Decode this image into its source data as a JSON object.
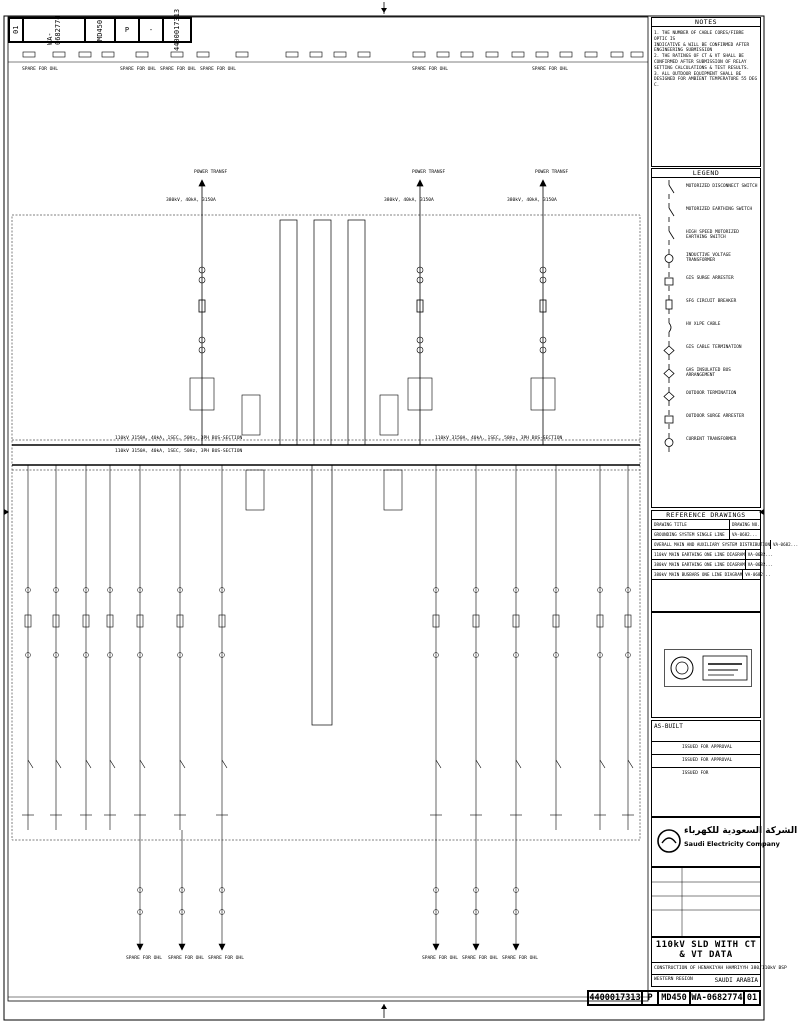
{
  "header": {
    "doc_number": "4400017313",
    "revision_letter": "P",
    "drawing_code": "MD450",
    "drawing_number": "WA-0682774",
    "rev": "01",
    "dash": "-"
  },
  "notes": {
    "title": "NOTES",
    "items": [
      "1. THE NUMBER OF CABLE CORES/FIBRE OPTIC IS",
      "INDICATIVE & WILL BE CONFIRMED AFTER",
      "ENGINEERING SUBMISSION",
      "2. THE RATINGS OF CT & VT SHALL BE",
      "CONFIRMED AFTER SUBMISSION OF RELAY",
      "SETTING CALCULATIONS & TEST RESULTS.",
      "3. ALL OUTDOOR EQUIPMENT SHALL BE",
      "DESIGNED FOR AMBIENT TEMPERATURE 55 DEG C."
    ]
  },
  "legend": {
    "title": "LEGEND",
    "items": [
      {
        "label": "MOTORIZED DISCONNECT SWITCH",
        "icon": "disconnect-switch-icon"
      },
      {
        "label": "MOTORIZED EARTHING SWITCH",
        "icon": "earthing-switch-icon"
      },
      {
        "label": "HIGH SPEED MOTORIZED EARTHING SWITCH",
        "icon": "hs-earthing-switch-icon"
      },
      {
        "label": "INDUCTIVE VOLTAGE TRANSFORMER",
        "icon": "voltage-transformer-icon"
      },
      {
        "label": "GIS SURGE ARRESTER",
        "icon": "surge-arrester-icon"
      },
      {
        "label": "SF6 CIRCUIT BREAKER",
        "icon": "circuit-breaker-icon"
      },
      {
        "label": "HV XLPE CABLE",
        "icon": "xlpe-cable-icon"
      },
      {
        "label": "GIS CABLE TERMINATION",
        "icon": "cable-termination-icon"
      },
      {
        "label": "GAS INSULATED BUS ARRANGEMENT",
        "icon": "gas-bus-icon"
      },
      {
        "label": "OUTDOOR TERMINATION",
        "icon": "outdoor-termination-icon"
      },
      {
        "label": "OUTDOOR SURGE ARRESTER",
        "icon": "outdoor-arrester-icon"
      },
      {
        "label": "CURRENT TRANSFORMER",
        "icon": "current-transformer-icon"
      }
    ]
  },
  "references": {
    "title": "REFERENCE DRAWINGS",
    "col_title": "DRAWING TITLE",
    "col_no": "DRAWING NO.",
    "rows": [
      {
        "title": "GROUNDING SYSTEM SINGLE LINE",
        "no": "VA-0682..."
      },
      {
        "title": "OVERALL MAIN AND AUXILIARY SYSTEM DISTRIBUTION",
        "no": "VA-0682..."
      },
      {
        "title": "110kV MAIN EARTHING ONE LINE DIAGRAM",
        "no": "VA-0682..."
      },
      {
        "title": "380kV MAIN EARTHING ONE LINE DIAGRAM",
        "no": "VA-0682..."
      },
      {
        "title": "380kV MAIN BUSBARS ONE LINE DIAGRAM",
        "no": "VA-0682..."
      }
    ]
  },
  "as_built": {
    "label": "AS-BUILT",
    "rows": [
      "ISSUED FOR APPROVAL",
      "ISSUED FOR APPROVAL",
      "ISSUED FOR"
    ]
  },
  "company": {
    "name_ar": "الشركة السعودية للكهرباء",
    "name_en": "Saudi Electricity Company"
  },
  "title_block": {
    "title": "110kV SLD WITH CT & VT DATA",
    "subtitle": "CONSTRUCTION OF HENAKIYAH HAMRIYYH 380/110kV BSP",
    "country": "SAUDI ARABIA",
    "region": "WESTERN REGION"
  },
  "bottom": {
    "contract_no": "4400017313",
    "rev_letter": "P",
    "code": "MD450",
    "drawing": "WA-0682774",
    "sheet": "01"
  },
  "diagram": {
    "bus_top_label": "110kV 3150A, 40kA, 1SEC, 50Hz, 3PH BUS-SECTION",
    "bus_bottom_label": "110kV 3150A, 40kA, 1SEC, 50Hz, 3PH BUS-SECTION",
    "bus_label_right": "110kV 3150A, 40kA, 1SEC, 50Hz, 3PH BUS-SECTION",
    "transformer_labels": [
      "POWER TRANSF",
      "POWER TRANSF",
      "POWER TRANSF"
    ],
    "transformer_ratings": [
      "380kV, 40kA, 3150A",
      "380kV, 40kA, 3150A",
      "380kV, 40kA, 3150A"
    ],
    "feeder_labels": [
      "SPARE FOR OHL",
      "SPARE FOR OHL",
      "SPARE FOR OHL",
      "SPARE FOR OHL",
      "SPARE FOR OHL",
      "SPARE FOR OHL"
    ],
    "spare_bottom_labels": [
      "SPARE FOR OHL",
      "SPARE FOR OHL",
      "SPARE FOR OHL",
      "SPARE FOR OHL",
      "SPARE FOR OHL",
      "SPARE FOR OHL"
    ]
  }
}
